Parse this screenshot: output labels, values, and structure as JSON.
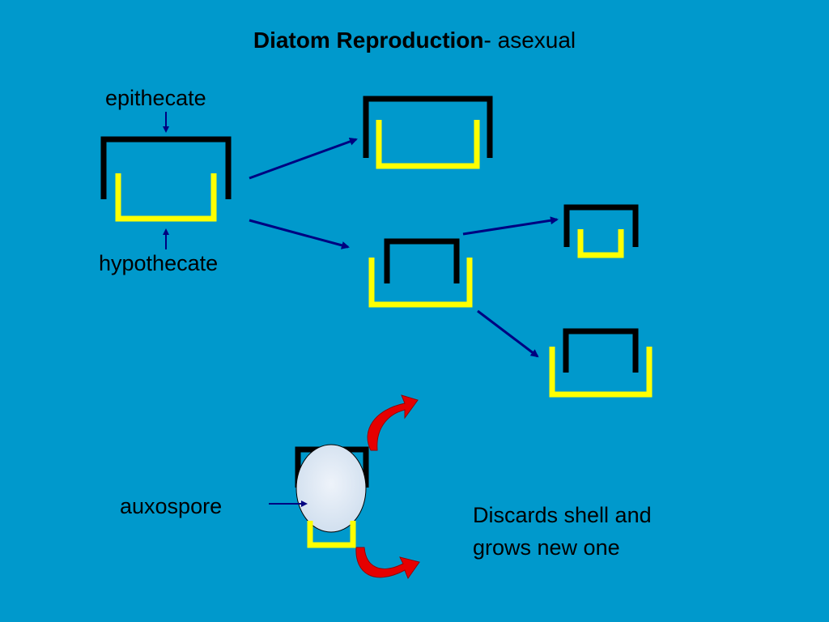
{
  "slide": {
    "title_bold": "Diatom Reproduction",
    "title_rest": "- asexual"
  },
  "labels": {
    "epithecate": "epithecate",
    "hypothecate": "hypothecate",
    "auxospore": "auxospore"
  },
  "note": {
    "line1": "Discards shell and",
    "line2": "grows new one"
  },
  "colors": {
    "background": "#0099cc",
    "epitheca": "#000000",
    "hypotheca": "#ffff00",
    "arrow": "#000080",
    "curved_arrow": "#e60000",
    "auxospore_fill": "#e2ebf5"
  }
}
